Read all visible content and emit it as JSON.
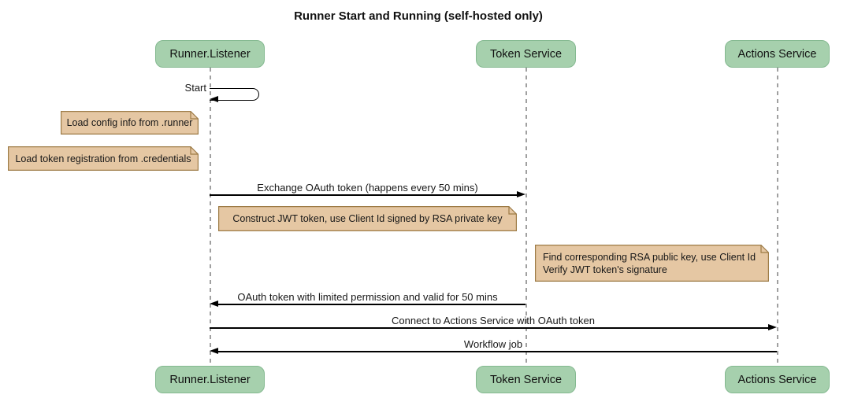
{
  "title": "Runner Start and Running (self-hosted only)",
  "actors": [
    {
      "label": "Runner.Listener"
    },
    {
      "label": "Token Service"
    },
    {
      "label": "Actions Service"
    }
  ],
  "messages": [
    {
      "label": "Start",
      "from": "Runner.Listener",
      "to": "Runner.Listener",
      "kind": "self"
    },
    {
      "label": "Exchange OAuth token (happens every 50 mins)",
      "from": "Runner.Listener",
      "to": "Token Service",
      "kind": "solid-arrow"
    },
    {
      "label": "OAuth token with limited permission and valid for 50 mins",
      "from": "Token Service",
      "to": "Runner.Listener",
      "kind": "solid-arrow"
    },
    {
      "label": "Connect to Actions Service with OAuth token",
      "from": "Runner.Listener",
      "to": "Actions Service",
      "kind": "solid-arrow"
    },
    {
      "label": "Workflow job",
      "from": "Actions Service",
      "to": "Runner.Listener",
      "kind": "solid-arrow"
    }
  ],
  "notes": [
    {
      "text": "Load config info from .runner",
      "position": "left of Runner.Listener"
    },
    {
      "text": "Load token registration from .credentials",
      "position": "left of Runner.Listener"
    },
    {
      "text": "Construct JWT token, use Client Id signed by RSA private key",
      "position": "right of Runner.Listener"
    },
    {
      "text": "Find corresponding RSA public key, use Client Id\nVerify JWT token's signature",
      "position": "left of Actions Service"
    }
  ],
  "colors": {
    "background": "#ffffff",
    "actor_fill": "#a6d0ad",
    "actor_border": "#84b990",
    "note_fill": "#e5c7a3",
    "note_border": "#9d7b46",
    "lifeline": "#a0a0a0",
    "line": "#000000",
    "text": "#181818"
  }
}
